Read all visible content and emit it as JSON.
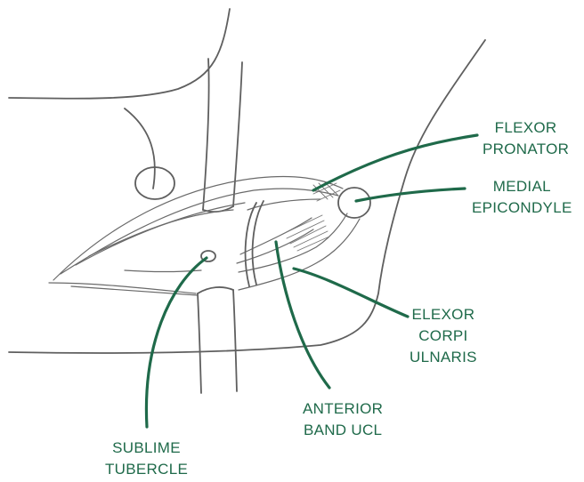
{
  "colors": {
    "label_and_leader": "#1f6a4a",
    "sketch_lines": "#5f5f5f",
    "background": "#ffffff"
  },
  "labels": {
    "flexor_pronator": {
      "line1": "FLEXOR",
      "line2": "PRONATOR"
    },
    "medial_epicondyle": {
      "line1": "MEDIAL",
      "line2": "EPICONDYLE"
    },
    "elexor_corpi_ulnaris": {
      "line1": "ELEXOR",
      "line2": "CORPI",
      "line3": "ULNARIS"
    },
    "anterior_band_ucl": {
      "line1": "ANTERIOR",
      "line2": "BAND UCL"
    },
    "sublime_tubercle": {
      "line1": "SUBLIME",
      "line2": "TUBERCLE"
    }
  }
}
